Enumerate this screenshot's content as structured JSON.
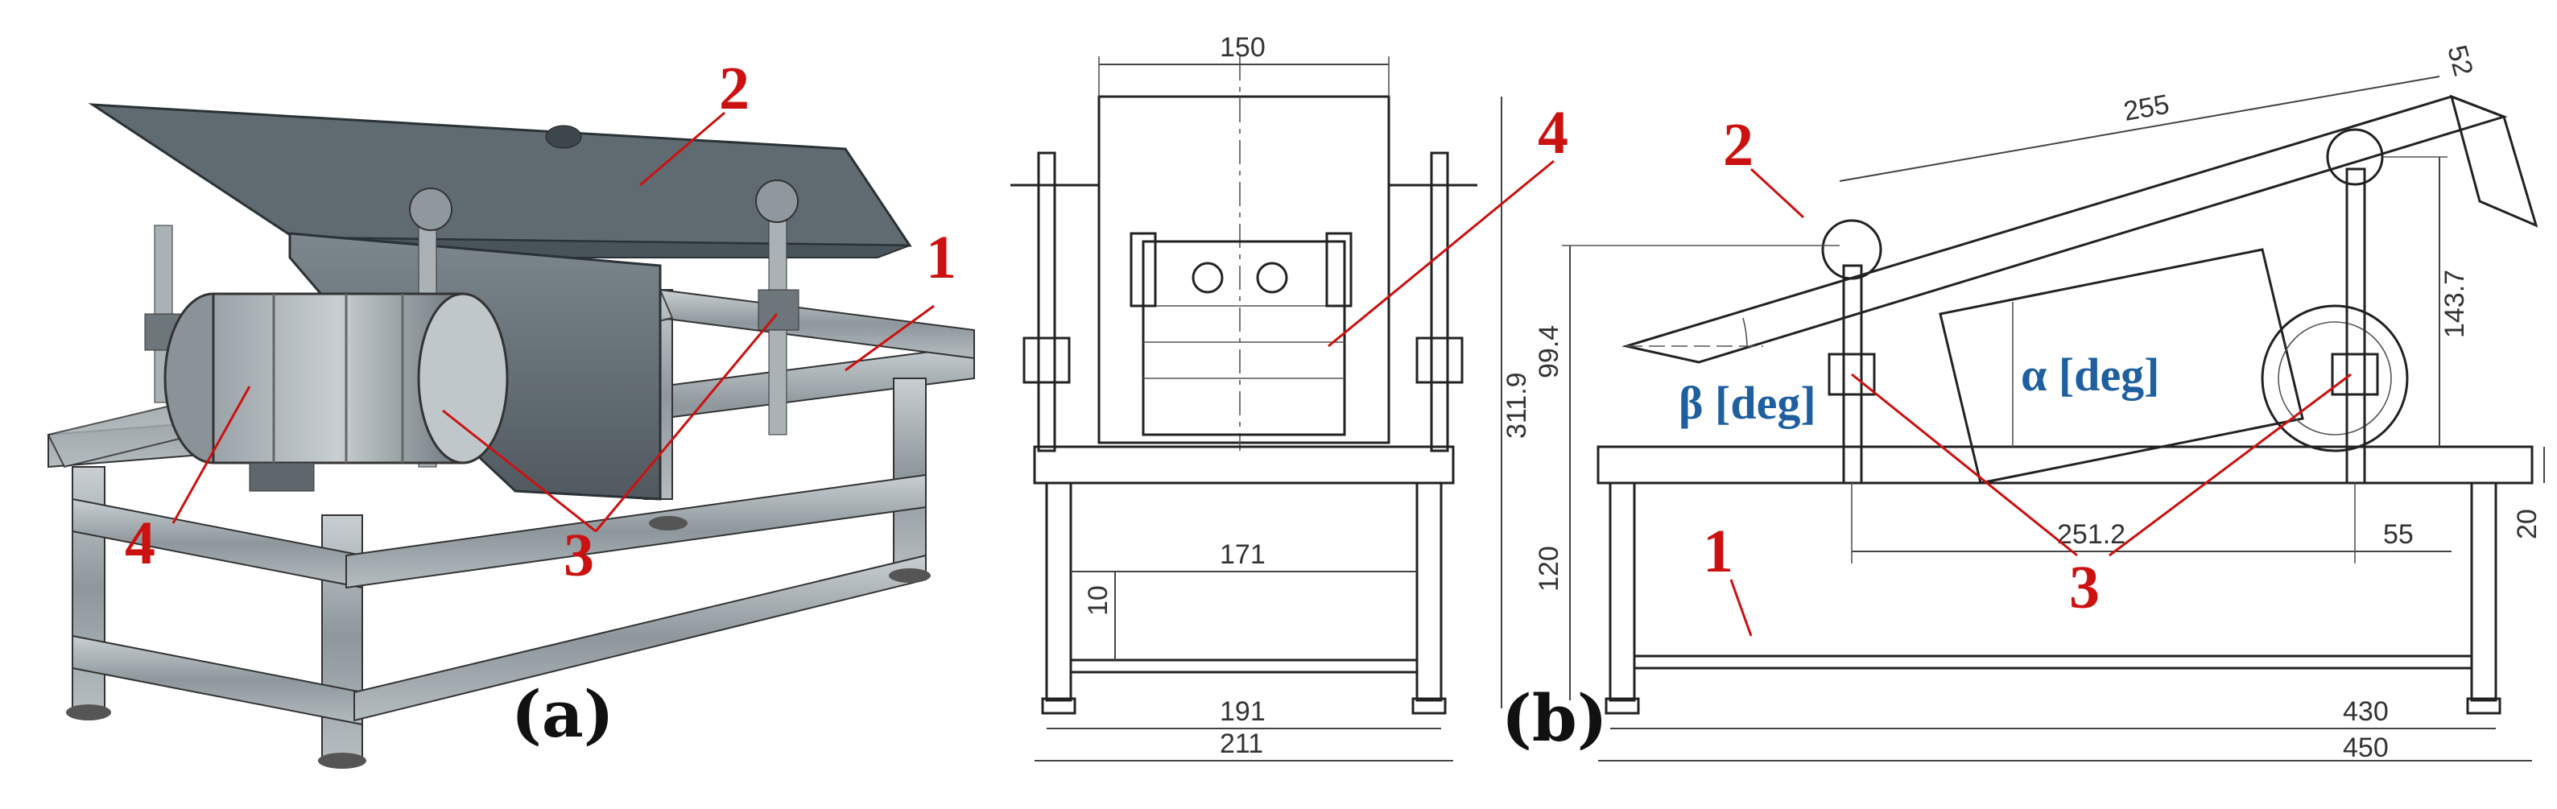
{
  "panels": {
    "a": {
      "label": "(a)"
    },
    "b": {
      "label": "(b)"
    }
  },
  "callouts": {
    "a": [
      "1",
      "2",
      "3",
      "4"
    ],
    "front": [
      "4"
    ],
    "b": [
      "1",
      "2",
      "3"
    ]
  },
  "front_view_dimensions": {
    "top_width": "150",
    "height": "311.9",
    "inner_width": "171",
    "post_height": "10",
    "base_inner": "191",
    "base_outer": "211"
  },
  "side_view_dimensions": {
    "plate_length": "255",
    "plate_thickness": "52",
    "left_height": "99.4",
    "right_height": "143.7",
    "frame_height": "120",
    "beam_height": "20",
    "pivot_distance": "251.2",
    "offset": "55",
    "inner_length": "430",
    "total_length": "450"
  },
  "angles": {
    "beta": "β [deg]",
    "alpha": "α [deg]"
  },
  "colors": {
    "callout": "#cc1111",
    "angle_label": "#1f5fa0",
    "render_body": "#6f7b82",
    "frame": "#8b959b"
  }
}
